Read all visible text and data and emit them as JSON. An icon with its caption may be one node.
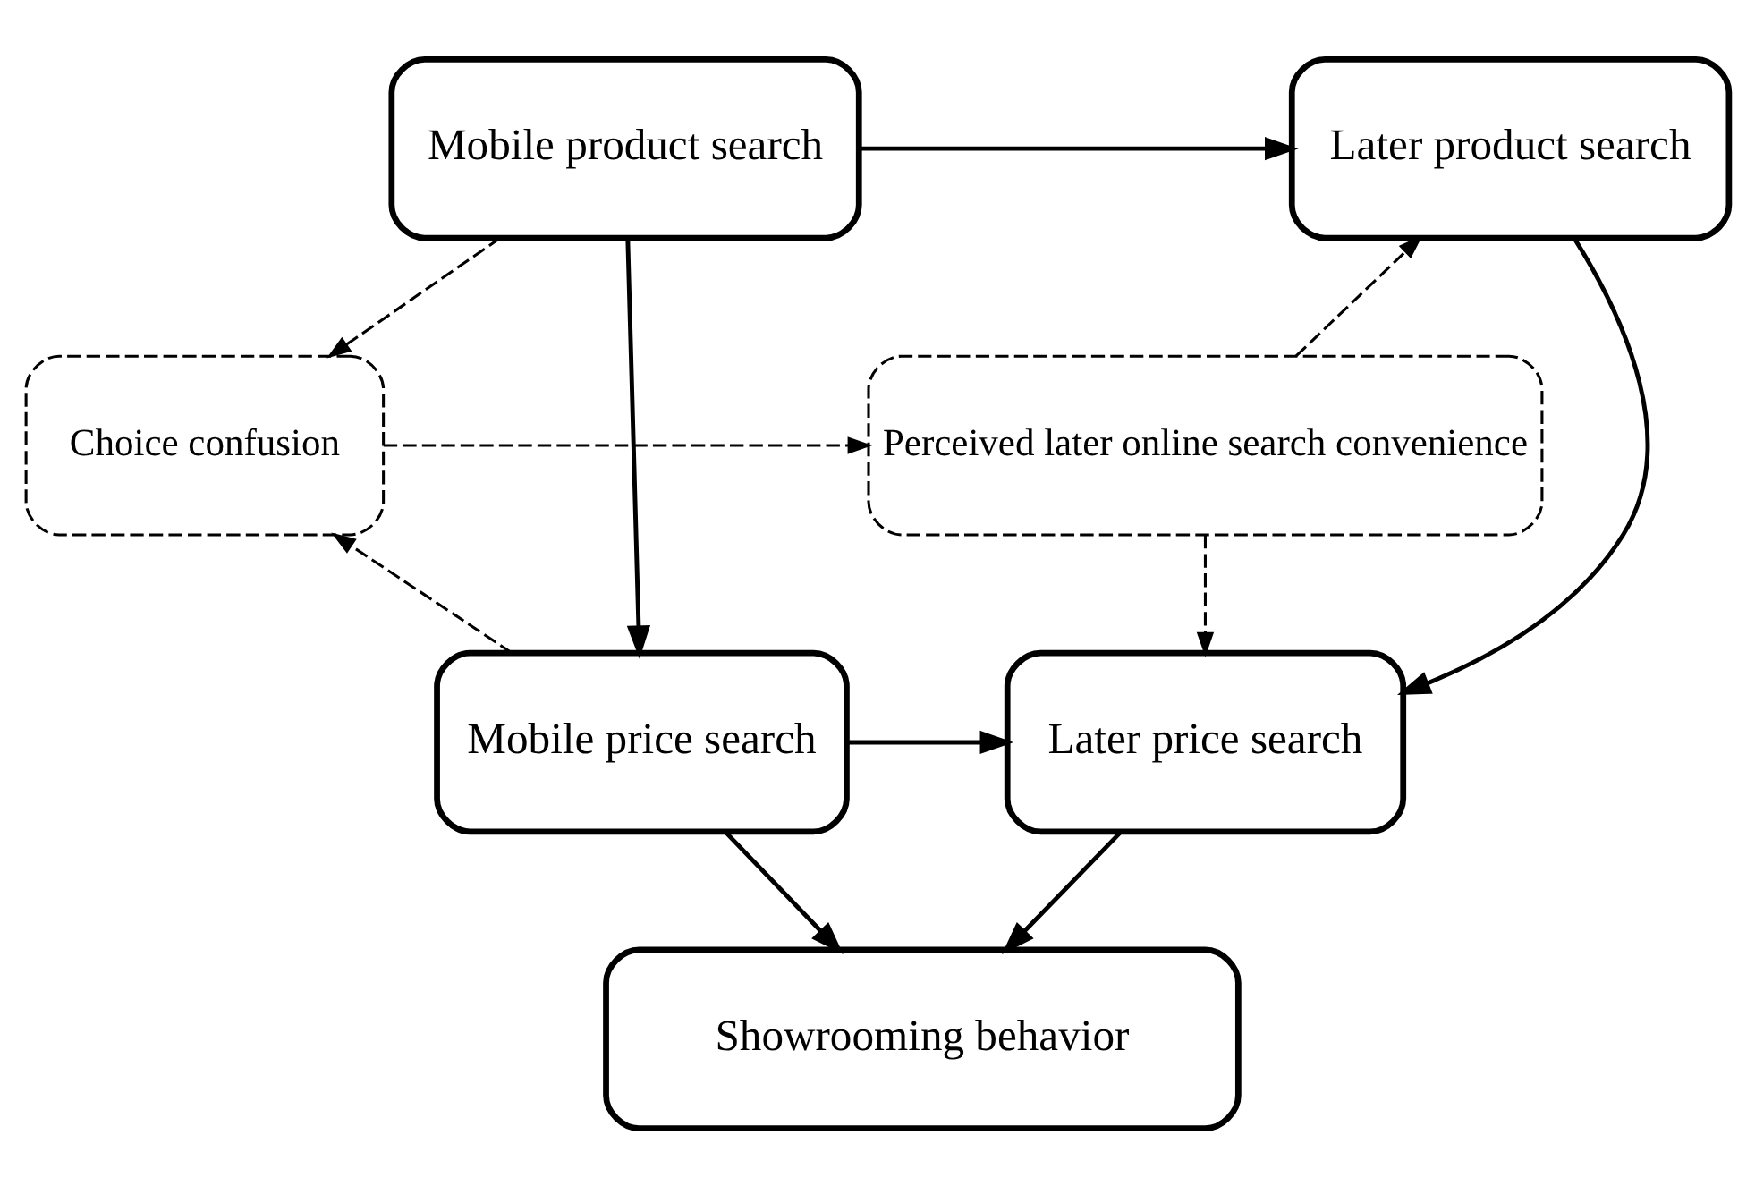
{
  "diagram": {
    "nodes": [
      {
        "text": [
          "Mobile product search"
        ]
      },
      {
        "text": [
          "Later product search"
        ]
      },
      {
        "text": [
          "Choice confusion"
        ]
      },
      {
        "text": [
          "Perceived later online search convenience"
        ]
      },
      {
        "text": [
          "Mobile price search"
        ]
      },
      {
        "text": [
          "Later price search"
        ]
      },
      {
        "text": [
          "Showrooming behavior"
        ]
      }
    ],
    "edges": [
      {
        "from": 0,
        "to": 1,
        "arrow": "to"
      },
      {
        "from": 0,
        "to": 4,
        "arrow": "to"
      },
      {
        "from": 0,
        "to": 2,
        "arrow": "to",
        "style": "dashed"
      },
      {
        "from": 4,
        "to": 2,
        "arrow": "to",
        "style": "dashed"
      },
      {
        "from": 2,
        "to": 3,
        "arrow": "to",
        "style": "dashed"
      },
      {
        "from": 3,
        "to": 1,
        "arrow": "to",
        "style": "dashed"
      },
      {
        "from": 3,
        "to": 5,
        "arrow": "to",
        "style": "dashed"
      },
      {
        "from": 1,
        "to": 5,
        "arrow": "to"
      },
      {
        "from": 4,
        "to": 5,
        "arrow": "to"
      },
      {
        "from": 4,
        "to": 6,
        "arrow": "to"
      },
      {
        "from": 5,
        "to": 6,
        "arrow": "to"
      }
    ]
  }
}
